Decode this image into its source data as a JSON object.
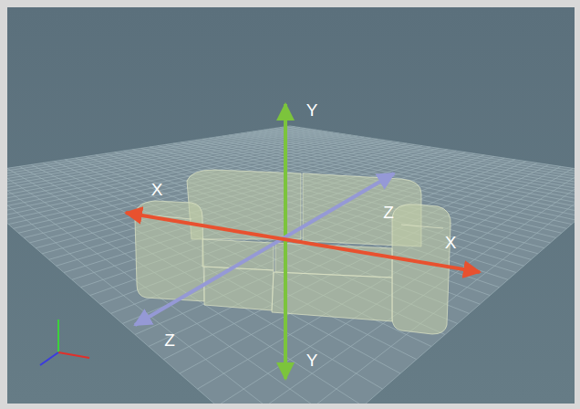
{
  "diagram": {
    "labels": [
      "Y",
      "X",
      "Z",
      "X",
      "Z",
      "Y"
    ]
  }
}
